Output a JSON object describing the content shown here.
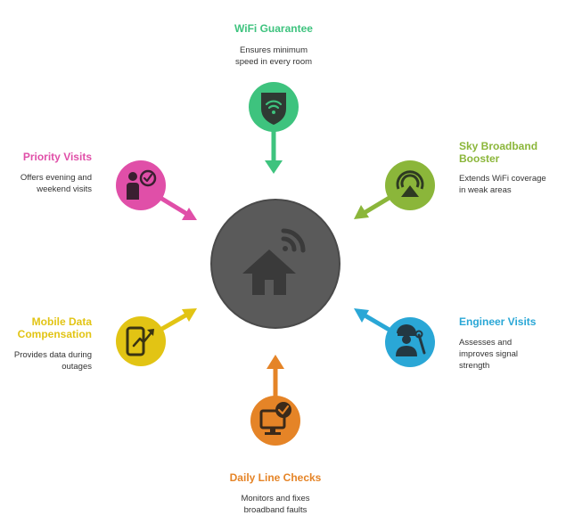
{
  "hub": {
    "icon": "home-wifi-icon",
    "color": "#5a5a5a"
  },
  "items": [
    {
      "id": "wifi",
      "title": "WiFi Guarantee",
      "desc_lines": [
        "Ensures minimum",
        "speed in every room"
      ],
      "color": "#3ec37e",
      "icon": "wifi-shield-icon"
    },
    {
      "id": "booster",
      "title_lines": [
        "Sky Broadband",
        "Booster"
      ],
      "desc_lines": [
        "Extends WiFi coverage",
        "in weak areas"
      ],
      "color": "#8bb63a",
      "icon": "signal-booster-icon"
    },
    {
      "id": "engineer",
      "title": "Engineer Visits",
      "desc_lines": [
        "Assesses and",
        "improves signal",
        "strength"
      ],
      "color": "#2aa7d6",
      "icon": "engineer-icon"
    },
    {
      "id": "linechecks",
      "title": "Daily Line Checks",
      "desc_lines": [
        "Monitors and fixes",
        "broadband faults"
      ],
      "color": "#e58427",
      "icon": "monitor-check-icon"
    },
    {
      "id": "mobile",
      "title_lines": [
        "Mobile Data",
        "Compensation"
      ],
      "desc_lines": [
        "Provides data during",
        "outages"
      ],
      "color": "#e2c414",
      "icon": "phone-data-icon"
    },
    {
      "id": "priority",
      "title": "Priority Visits",
      "desc_lines": [
        "Offers evening and",
        "weekend visits"
      ],
      "color": "#e04fa8",
      "icon": "person-check-icon"
    }
  ]
}
